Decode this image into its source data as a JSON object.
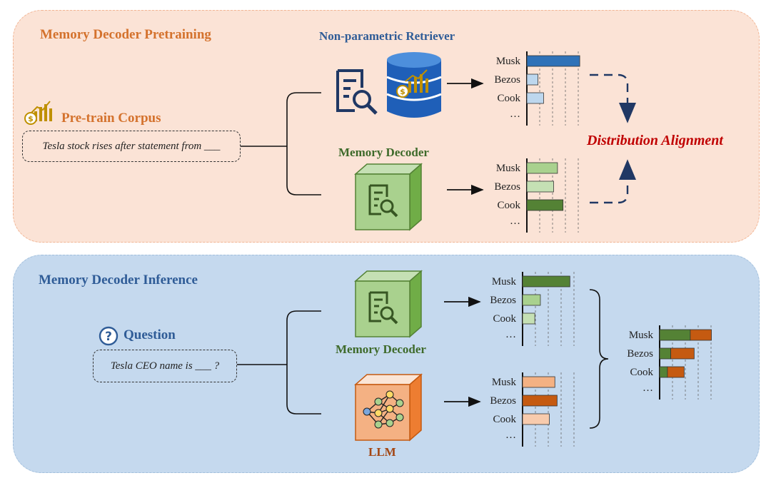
{
  "pretraining": {
    "title": "Memory Decoder Pretraining",
    "retriever_label": "Non-parametric Retriever",
    "corpus_label": "Pre-train Corpus",
    "corpus_text": "Tesla stock rises after statement from ___",
    "decoder_label": "Memory Decoder",
    "alignment_label": "Distribution Alignment"
  },
  "inference": {
    "title": "Memory Decoder Inference",
    "question_label": "Question",
    "question_text": "Tesla CEO name is ___ ?",
    "decoder_label": "Memory Decoder",
    "llm_label": "LLM"
  },
  "colors": {
    "orange_title": "#d4722d",
    "blue_title": "#2f5c97",
    "green_title": "#3e6a2a",
    "red_alignment": "#c00000",
    "llm_brown": "#a34714"
  },
  "icons": [
    "coins-chart-icon",
    "document-search-icon",
    "database-icon",
    "green-cube-icon",
    "neural-network-cube-icon",
    "question-circle-icon"
  ],
  "chart_data": [
    {
      "type": "bar",
      "categories": [
        "Musk",
        "Bezos",
        "Cook"
      ],
      "values": [
        0.95,
        0.2,
        0.3
      ],
      "ellipsis": "…",
      "color_by_category": [
        "#2f72b8",
        "#bdd7ee",
        "#bdd7ee"
      ]
    },
    {
      "type": "bar",
      "categories": [
        "Musk",
        "Bezos",
        "Cook"
      ],
      "values": [
        0.55,
        0.48,
        0.65
      ],
      "ellipsis": "…",
      "color_by_category": [
        "#a9d18e",
        "#c5e0b4",
        "#548235"
      ]
    },
    {
      "type": "bar",
      "categories": [
        "Musk",
        "Bezos",
        "Cook"
      ],
      "values": [
        0.85,
        0.32,
        0.22
      ],
      "ellipsis": "…",
      "color_by_category": [
        "#548235",
        "#a9d18e",
        "#c5e0b4"
      ]
    },
    {
      "type": "bar",
      "categories": [
        "Musk",
        "Bezos",
        "Cook"
      ],
      "values": [
        0.58,
        0.62,
        0.48
      ],
      "ellipsis": "…",
      "color_by_category": [
        "#f4b183",
        "#c55a11",
        "#f8cbad"
      ]
    },
    {
      "type": "bar",
      "stacked": true,
      "categories": [
        "Musk",
        "Bezos",
        "Cook"
      ],
      "series": [
        {
          "values": [
            0.55,
            0.2,
            0.14
          ],
          "color": "#548235"
        },
        {
          "values": [
            0.38,
            0.42,
            0.3
          ],
          "color": "#c55a11"
        }
      ],
      "ellipsis": "…"
    }
  ]
}
